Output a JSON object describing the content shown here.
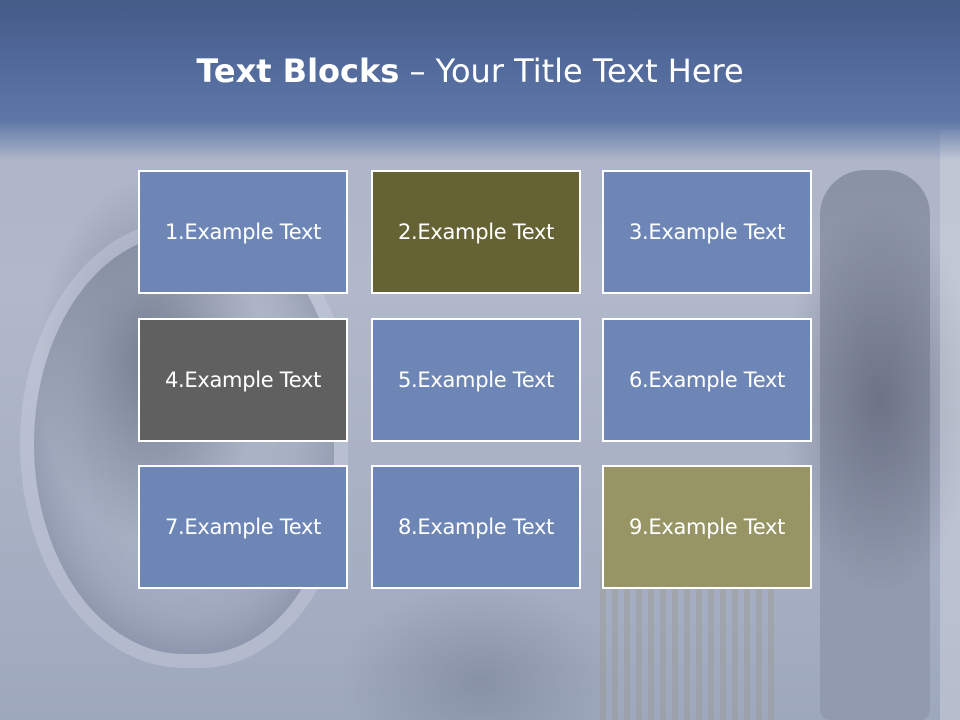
{
  "slide": {
    "title_bold": "Text Blocks",
    "title_dash": " – ",
    "title_rest": "Your Title Text Here"
  },
  "colors": {
    "header": "#536c9d",
    "block_blue": "#6d86b6",
    "block_olive_dark": "#656233",
    "block_gray": "#606060",
    "block_olive_light": "#979565",
    "border": "#ffffff"
  },
  "blocks": [
    {
      "label": "1.Example Text",
      "color": "#6d86b6"
    },
    {
      "label": "2.Example Text",
      "color": "#656233"
    },
    {
      "label": "3.Example Text",
      "color": "#6d86b6"
    },
    {
      "label": "4.Example Text",
      "color": "#606060"
    },
    {
      "label": "5.Example Text",
      "color": "#6d86b6"
    },
    {
      "label": "6.Example Text",
      "color": "#6d86b6"
    },
    {
      "label": "7.Example Text",
      "color": "#6d86b6"
    },
    {
      "label": "8.Example Text",
      "color": "#6d86b6"
    },
    {
      "label": "9.Example Text",
      "color": "#979565"
    }
  ]
}
